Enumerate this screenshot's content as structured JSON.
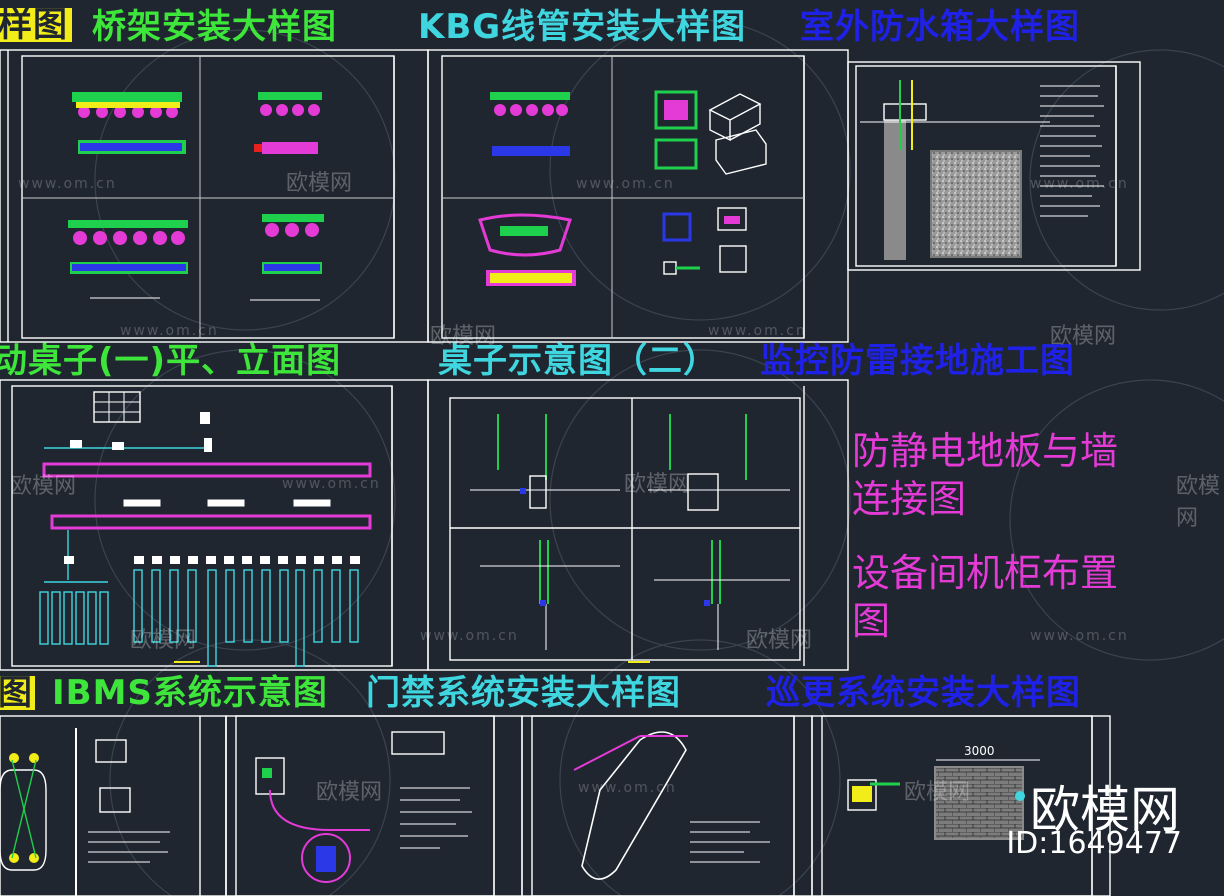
{
  "row1": {
    "t0": "样图",
    "t1": "桥架安装大样图",
    "t2": "KBG线管安装大样图",
    "t3": "室外防水箱大样图"
  },
  "row2": {
    "t1": "活动桌子(一)平、立面图",
    "t2": "桌子示意图（二）",
    "t3": "监控防雷接地施工图"
  },
  "row3": {
    "t0": "图",
    "t1": "IBMS系统示意图",
    "t2": "门禁系统安装大样图",
    "t3": "巡更系统安装大样图"
  },
  "side": {
    "note1_line1": "防静电地板与墙",
    "note1_line2": "连接图",
    "note2_line1": "设备间机柜布置",
    "note2_line2": "图"
  },
  "watermark": {
    "url": "www.om.cn",
    "logo": "欧模网"
  },
  "brand": {
    "name": "欧模网",
    "id": "ID:1649477"
  },
  "drawing_labels": {
    "dim_3000": "3000"
  },
  "colors": {
    "background": "#1f2630",
    "yellow": "#f2ec18",
    "green": "#3ee53a",
    "cyan": "#3fd6e0",
    "blue": "#1f22e6",
    "magenta": "#e43ad6"
  }
}
